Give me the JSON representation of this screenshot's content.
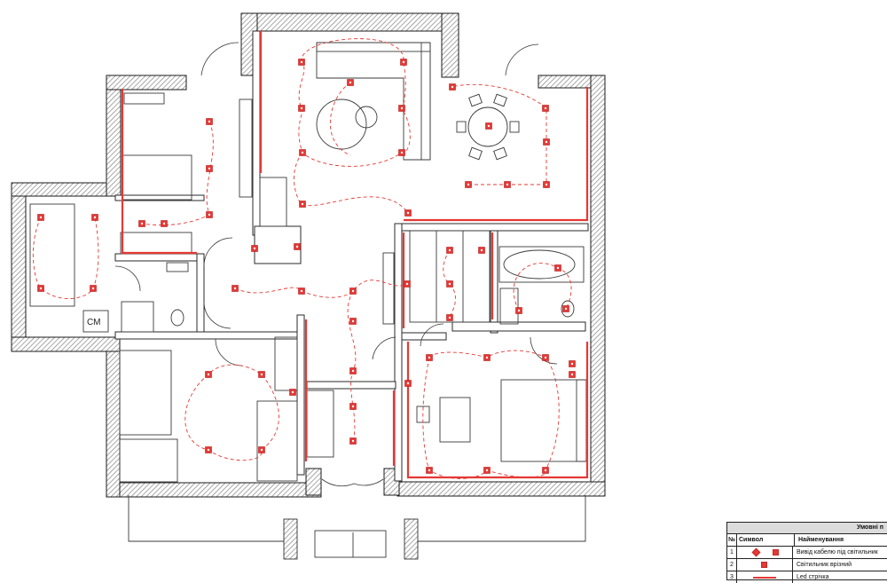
{
  "plan": {
    "room_labels": {
      "cm": "СМ"
    }
  },
  "fixtures": [
    [
      340,
      70
    ],
    [
      455,
      70
    ],
    [
      395,
      93
    ],
    [
      340,
      122
    ],
    [
      453,
      122
    ],
    [
      510,
      98
    ],
    [
      615,
      122
    ],
    [
      551,
      142
    ],
    [
      616,
      160
    ],
    [
      236,
      137
    ],
    [
      341,
      172
    ],
    [
      453,
      172
    ],
    [
      236,
      190
    ],
    [
      341,
      230
    ],
    [
      460,
      240
    ],
    [
      528,
      208
    ],
    [
      572,
      208
    ],
    [
      616,
      208
    ],
    [
      236,
      242
    ],
    [
      185,
      252
    ],
    [
      160,
      252
    ],
    [
      107,
      245
    ],
    [
      46,
      245
    ],
    [
      46,
      325
    ],
    [
      105,
      325
    ],
    [
      265,
      325
    ],
    [
      340,
      328
    ],
    [
      398,
      328
    ],
    [
      459,
      320
    ],
    [
      507,
      282
    ],
    [
      507,
      320
    ],
    [
      543,
      282
    ],
    [
      507,
      358
    ],
    [
      585,
      350
    ],
    [
      629,
      302
    ],
    [
      638,
      348
    ],
    [
      398,
      362
    ],
    [
      235,
      422
    ],
    [
      295,
      422
    ],
    [
      330,
      442
    ],
    [
      398,
      418
    ],
    [
      460,
      432
    ],
    [
      398,
      458
    ],
    [
      235,
      507
    ],
    [
      295,
      507
    ],
    [
      398,
      497
    ],
    [
      484,
      403
    ],
    [
      549,
      403
    ],
    [
      484,
      530
    ],
    [
      549,
      530
    ],
    [
      615,
      403
    ],
    [
      645,
      410
    ],
    [
      615,
      530
    ],
    [
      645,
      422
    ],
    [
      335,
      278
    ],
    [
      287,
      280
    ]
  ],
  "legend": {
    "title": "Умовні п",
    "col_no": "№",
    "col_symbol": "Символ",
    "col_name": "Найменування",
    "rows": [
      {
        "no": "1",
        "name": "Вивід кабелю під світильник"
      },
      {
        "no": "2",
        "name": "Світильник врізний"
      },
      {
        "no": "3",
        "name": "Led стрічка"
      }
    ]
  },
  "colors": {
    "wall_outline": "#1a1a1a",
    "wall_hatch": "#8a8a8a",
    "line": "#3a3a3a",
    "led_strip": "#e53935",
    "fixture": "#e53935",
    "wiring": "#e53935"
  }
}
